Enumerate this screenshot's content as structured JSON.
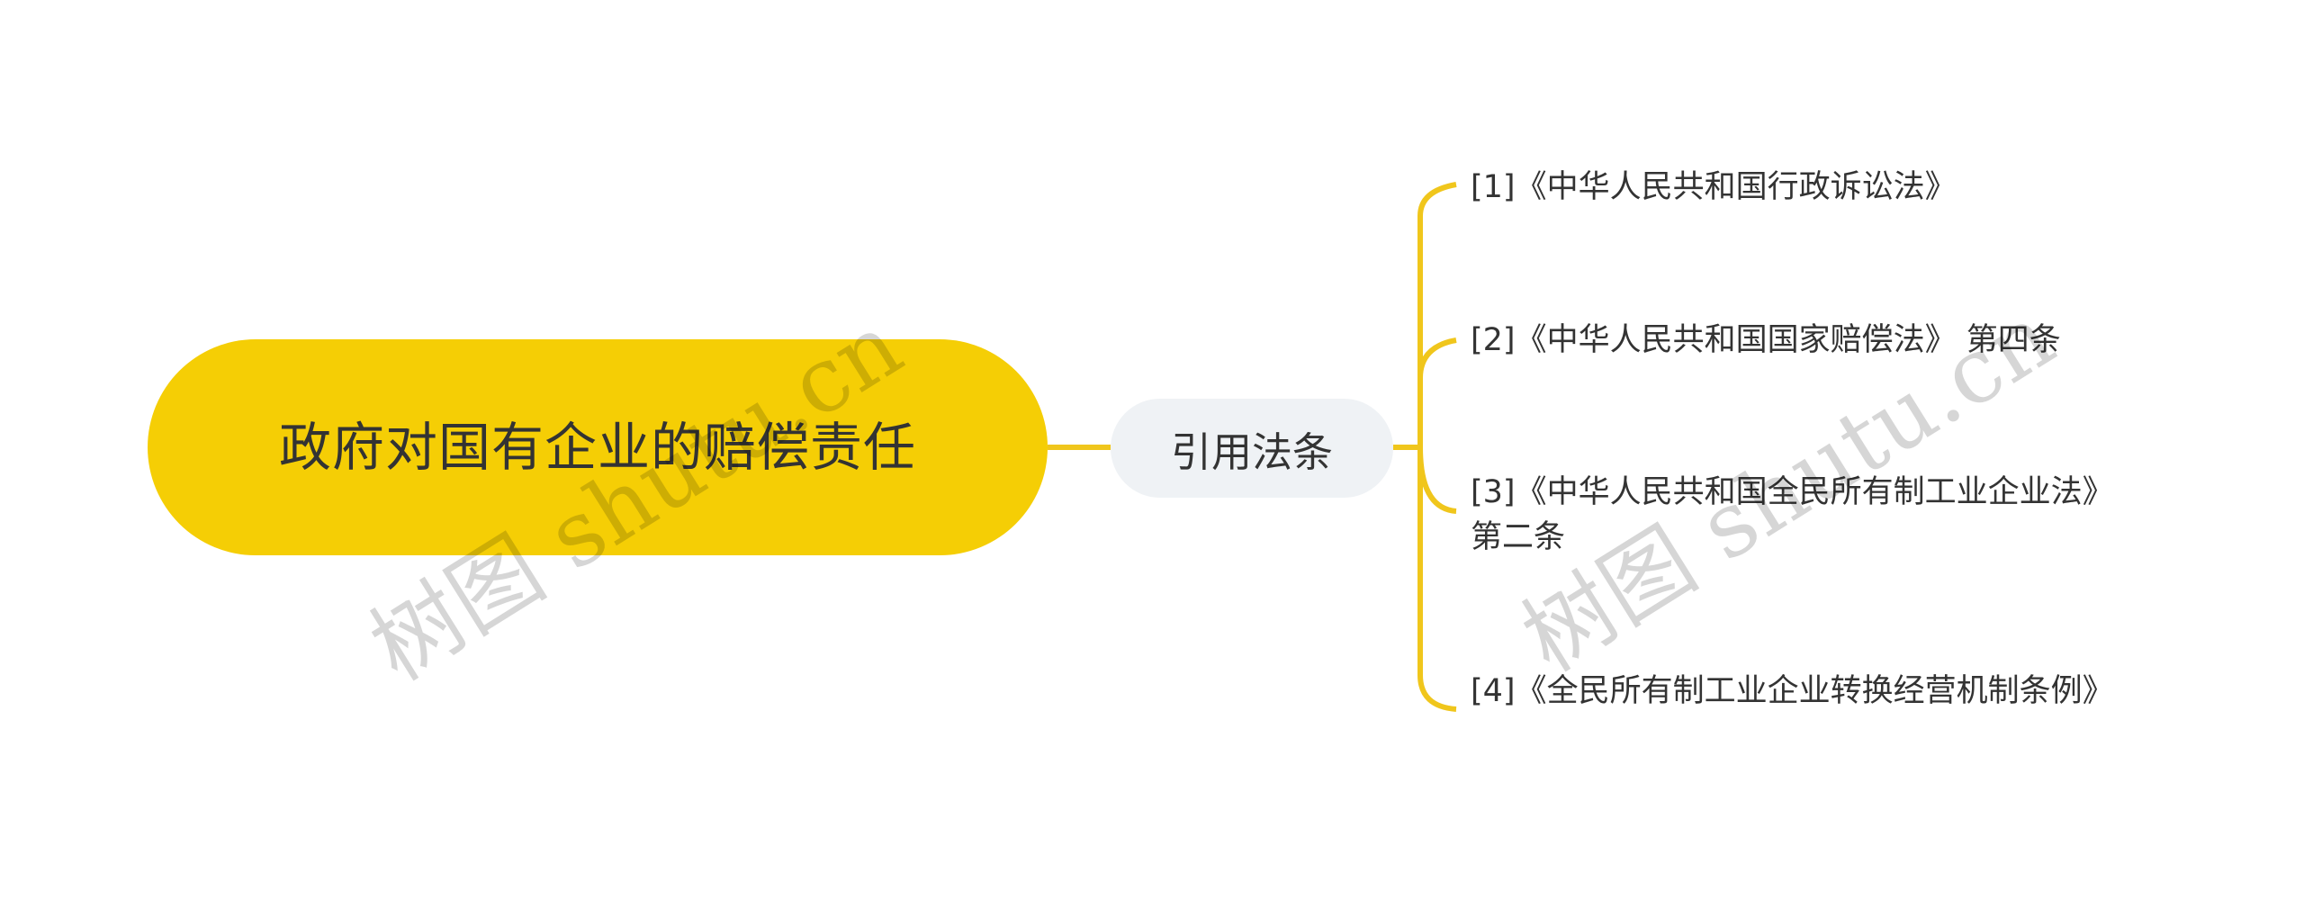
{
  "root": {
    "title": "政府对国有企业的赔偿责任"
  },
  "branch": {
    "title": "引用法条"
  },
  "leaves": [
    {
      "text": "[1]《中华人民共和国行政诉讼法》"
    },
    {
      "text": "[2]《中华人民共和国国家赔偿法》 第四条"
    },
    {
      "text": "[3]《中华人民共和国全民所有制工业企业法》 第二条"
    },
    {
      "text": "[4]《全民所有制工业企业转换经营机制条例》"
    }
  ],
  "watermark": "树图 shutu.cn",
  "colors": {
    "root_fill": "#F5CE05",
    "branch_fill": "#EFF2F5",
    "connector": "#F0C61C",
    "text": "#333333"
  }
}
